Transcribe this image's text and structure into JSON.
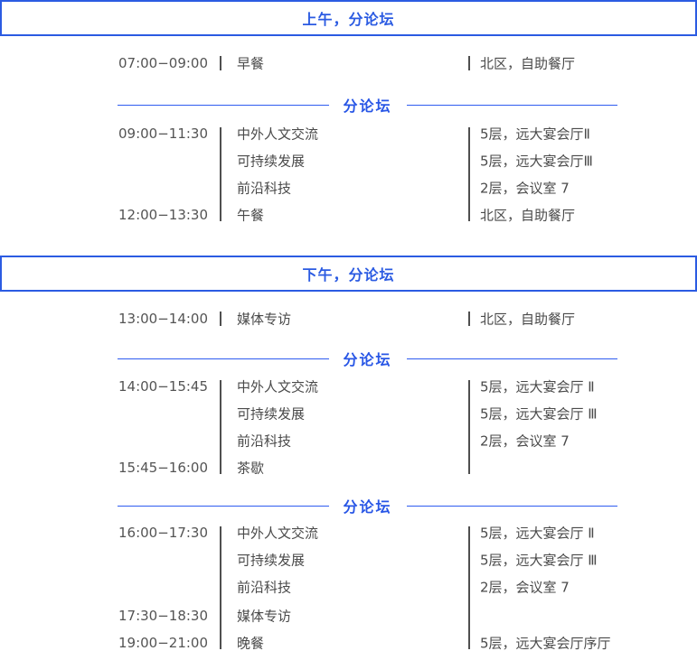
{
  "colors": {
    "accent_blue": "#2B5BE2",
    "divider_line_blue": "#2E5CF0",
    "row_text_gray": "#4a4a4a",
    "column_rule_gray": "#4f4f4f"
  },
  "sections": [
    {
      "banner": "上午，分论坛",
      "groups": [
        {
          "rows": [
            {
              "time": "07:00−09:00",
              "event": "早餐",
              "location": "北区，自助餐厅"
            }
          ]
        },
        {
          "divider": "分论坛",
          "rows": [
            {
              "time": "09:00−11:30",
              "event": "中外人文交流",
              "location": "5层，远大宴会厅Ⅱ"
            },
            {
              "time": "",
              "event": "可持续发展",
              "location": "5层，远大宴会厅Ⅲ"
            },
            {
              "time": "",
              "event": "前沿科技",
              "location": "2层，会议室 7"
            },
            {
              "time": "12:00−13:30",
              "event": "午餐",
              "location": "北区，自助餐厅"
            }
          ]
        }
      ]
    },
    {
      "banner": "下午，分论坛",
      "groups": [
        {
          "rows": [
            {
              "time": "13:00−14:00",
              "event": "媒体专访",
              "location": "北区，自助餐厅"
            }
          ]
        },
        {
          "divider": "分论坛",
          "rows": [
            {
              "time": "14:00−15:45",
              "event": "中外人文交流",
              "location": "5层，远大宴会厅 Ⅱ"
            },
            {
              "time": "",
              "event": "可持续发展",
              "location": "5层，远大宴会厅 Ⅲ"
            },
            {
              "time": "",
              "event": "前沿科技",
              "location": "2层，会议室 7"
            },
            {
              "time": "15:45−16:00",
              "event": "茶歇",
              "location": ""
            }
          ]
        },
        {
          "divider": "分论坛",
          "rows": [
            {
              "time": "16:00−17:30",
              "event": "中外人文交流",
              "location": "5层，远大宴会厅 Ⅱ"
            },
            {
              "time": "",
              "event": "可持续发展",
              "location": "5层，远大宴会厅 Ⅲ"
            },
            {
              "time": "",
              "event": "前沿科技",
              "location": "2层，会议室 7"
            },
            {
              "time": "17:30−18:30",
              "event": "媒体专访",
              "location": ""
            },
            {
              "time": "19:00−21:00",
              "event": "晚餐",
              "location": "5层，远大宴会厅序厅"
            }
          ]
        }
      ]
    }
  ]
}
